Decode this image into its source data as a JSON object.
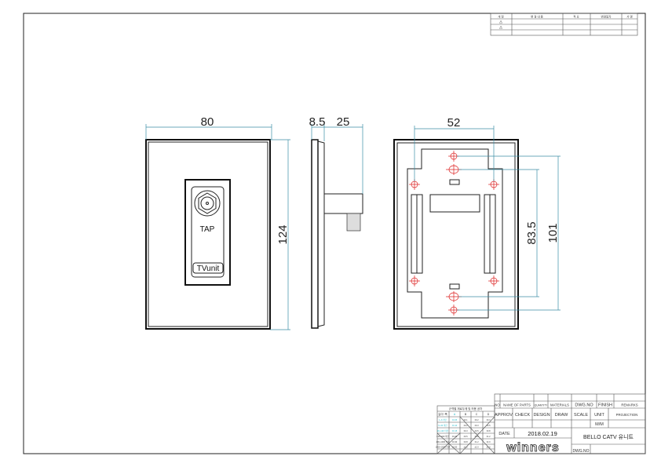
{
  "revision_table": {
    "headers": [
      "개 정",
      "변 경 내 용",
      "적 요",
      "변경일자",
      "서 명"
    ],
    "rows": [
      "⚠",
      "⚠"
    ]
  },
  "front_view": {
    "width_dim": "80",
    "height_dim": "124",
    "label": "TAP",
    "brand": "TVunit"
  },
  "side_view": {
    "depth_dim_1": "8.5",
    "depth_dim_2": "25"
  },
  "back_view": {
    "width_dim": "52",
    "height_dim_1": "83.5",
    "height_dim_2": "101"
  },
  "size_table": {
    "title": "규격별 재료두께 및 허용 공차",
    "headers": [
      "길이~폭",
      "A",
      "B",
      "C",
      "D"
    ],
    "rows": [
      [
        "1~6 미만",
        "±0.05",
        "±0.1",
        "±0.2",
        "±0.3"
      ],
      [
        "6~30 미만",
        "±0.10",
        "±0.2",
        "±0.3",
        "±0.5"
      ],
      [
        "30~120 미만",
        "±0.15",
        "±0.3",
        "±0.5",
        "±0.8"
      ],
      [
        "120~400 미만",
        "±0.20",
        "±0.5",
        "±0.8",
        "±1.2"
      ],
      [
        "400~1000 미만",
        "±0.30",
        "±0.8",
        "±1.2",
        "±2.0"
      ],
      [
        "1000~2000 미만",
        "±0.50",
        "±1.2",
        "±2.0",
        "±3.0"
      ]
    ]
  },
  "title_block": {
    "parts_headers": [
      "NO",
      "NAME OF PARTS",
      "QUANTITY",
      "MATERIALS",
      "DWG.NO",
      "FINISH",
      "REMARKS"
    ],
    "approval_headers": [
      "APPROV",
      "CHECK",
      "DESIGN",
      "DRAW"
    ],
    "scale_label": "SCALE",
    "unit_label": "UNIT",
    "projection_label": "PROJECTION",
    "unit_value": "M/M",
    "date_label": "DATE",
    "date_value": "2018.02.19",
    "company": "winners",
    "title": "BELLO CATV 유니트",
    "dwg_no_label": "DWG.NO"
  }
}
